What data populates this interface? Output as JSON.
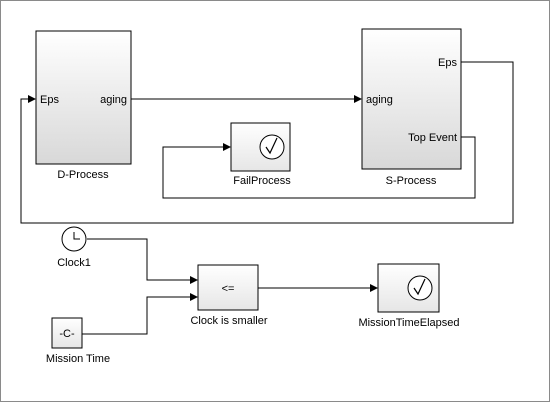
{
  "blocks": {
    "d_process": {
      "name": "D-Process",
      "port_in": "Eps",
      "port_out": "aging"
    },
    "s_process": {
      "name": "S-Process",
      "port_in": "aging",
      "port_out_1": "Eps",
      "port_out_2": "Top Event"
    },
    "fail_process": {
      "name": "FailProcess"
    },
    "clock": {
      "name": "Clock1"
    },
    "mission_time": {
      "name": "Mission Time",
      "symbol": "-C-"
    },
    "compare": {
      "name": "Clock is smaller",
      "symbol": "<="
    },
    "mission_elapsed": {
      "name": "MissionTimeElapsed"
    }
  },
  "colors": {
    "block_top": "#ffffff",
    "block_bottom": "#dcdcdc",
    "line": "#000000",
    "border": "#8a8a8a"
  }
}
